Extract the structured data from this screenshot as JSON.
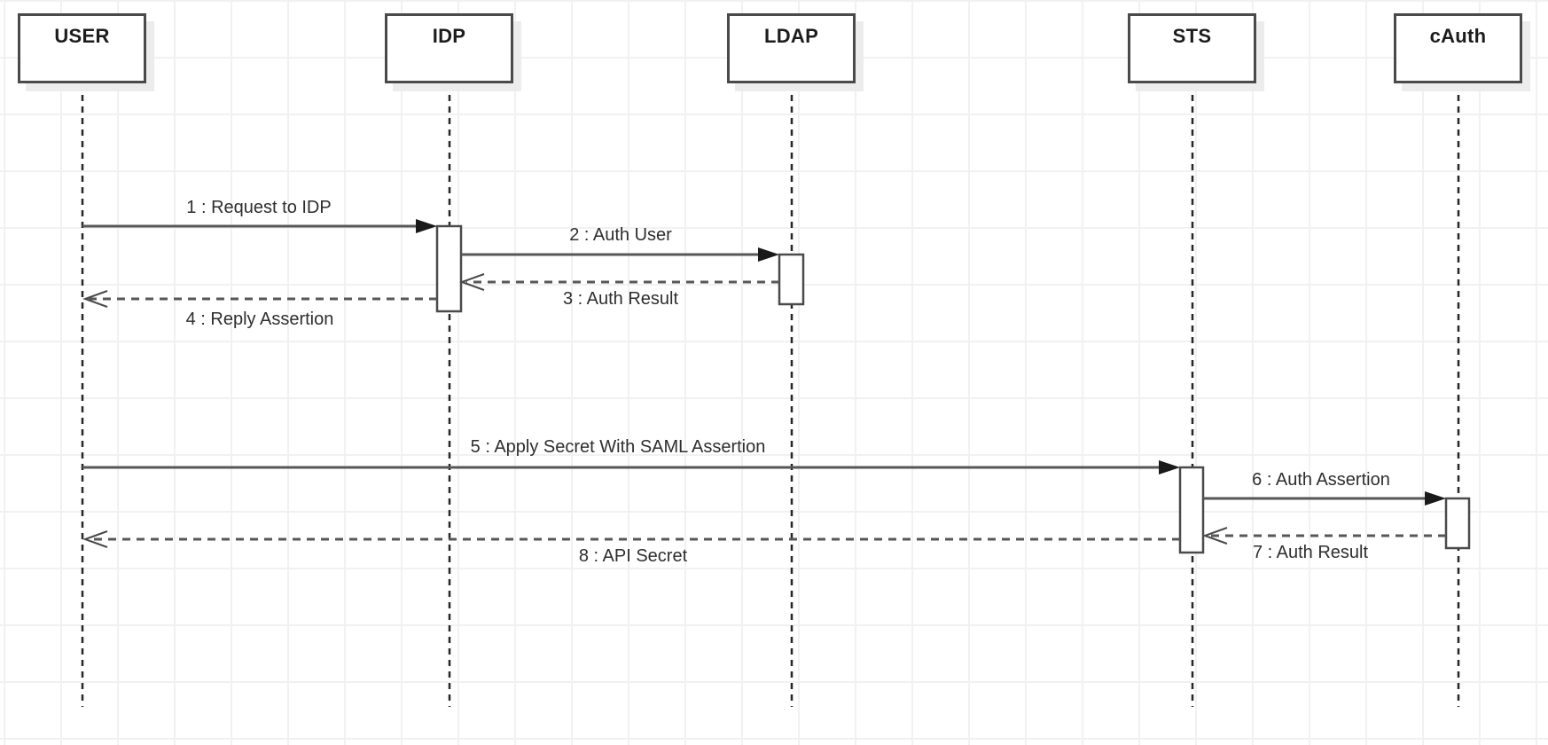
{
  "diagram": {
    "type": "uml-sequence-diagram",
    "actors": [
      {
        "id": "user",
        "label": "USER"
      },
      {
        "id": "idp",
        "label": "IDP"
      },
      {
        "id": "ldap",
        "label": "LDAP"
      },
      {
        "id": "sts",
        "label": "STS"
      },
      {
        "id": "cauth",
        "label": "cAuth"
      }
    ],
    "messages": [
      {
        "num": 1,
        "label": "1 : Request to IDP",
        "from": "USER",
        "to": "IDP",
        "line": "solid",
        "arrow": "filled"
      },
      {
        "num": 2,
        "label": "2 : Auth User",
        "from": "IDP",
        "to": "LDAP",
        "line": "solid",
        "arrow": "filled"
      },
      {
        "num": 3,
        "label": "3 : Auth Result",
        "from": "LDAP",
        "to": "IDP",
        "line": "dashed",
        "arrow": "open"
      },
      {
        "num": 4,
        "label": "4 : Reply Assertion",
        "from": "IDP",
        "to": "USER",
        "line": "dashed",
        "arrow": "open"
      },
      {
        "num": 5,
        "label": "5 : Apply Secret With SAML Assertion",
        "from": "USER",
        "to": "STS",
        "line": "solid",
        "arrow": "filled"
      },
      {
        "num": 6,
        "label": "6 : Auth Assertion",
        "from": "STS",
        "to": "cAuth",
        "line": "solid",
        "arrow": "filled"
      },
      {
        "num": 7,
        "label": "7 : Auth Result",
        "from": "cAuth",
        "to": "STS",
        "line": "dashed",
        "arrow": "open"
      },
      {
        "num": 8,
        "label": "8 : API Secret",
        "from": "STS",
        "to": "USER",
        "line": "dashed",
        "arrow": "open"
      }
    ],
    "colors": {
      "background": "#ffffff",
      "grid_line": "#f1f1f1",
      "box_border": "#4a4a4a",
      "box_fill": "#ffffff",
      "box_shadow": "#ececec",
      "lifeline": "#262626",
      "message_line": "#575757",
      "arrowhead": "#1a1a1a",
      "text": "#2e2e2e"
    }
  }
}
